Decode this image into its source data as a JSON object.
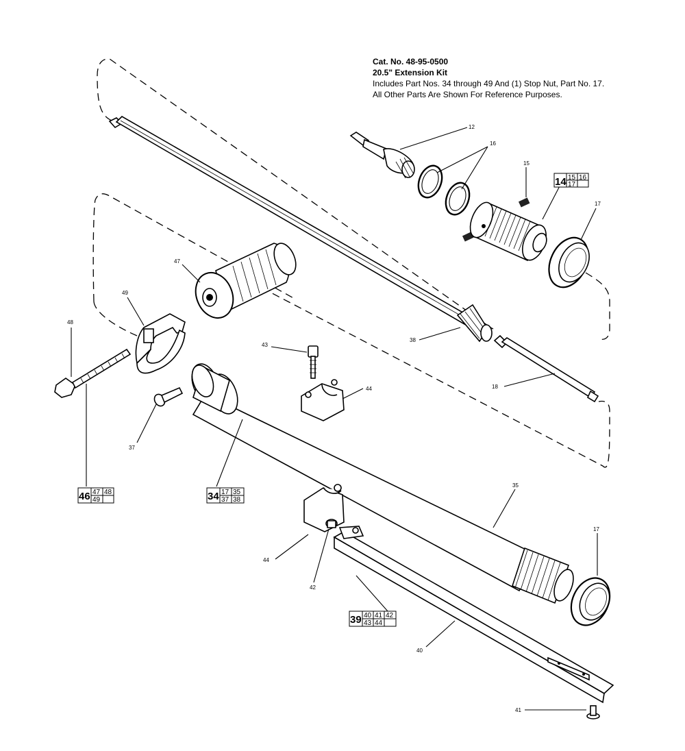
{
  "header": {
    "cat_no": "Cat. No. 48-95-0500",
    "kit_name": "20.5\" Extension Kit",
    "note_1": "Includes Part Nos. 34 through 49 And (1) Stop Nut, Part No. 17.",
    "note_2": "All Other Parts Are Shown For Reference Purposes."
  },
  "callouts": {
    "p12": "12",
    "p15": "15",
    "p16": "16",
    "p17a": "17",
    "p17b": "17",
    "p18": "18",
    "p35": "35",
    "p37": "37",
    "p38": "38",
    "p40": "40",
    "p41": "41",
    "p42": "42",
    "p43": "43",
    "p44a": "44",
    "p44b": "44",
    "p47": "47",
    "p48": "48",
    "p49": "49"
  },
  "assemblies": {
    "a14": {
      "main": "14",
      "subs": [
        "15",
        "16",
        "17",
        ""
      ]
    },
    "a34": {
      "main": "34",
      "subs": [
        "17",
        "35",
        "37",
        "38"
      ]
    },
    "a39": {
      "main": "39",
      "subs": [
        "40",
        "41",
        "42",
        "43",
        "44",
        ""
      ]
    },
    "a46": {
      "main": "46",
      "subs": [
        "47",
        "48",
        "49",
        ""
      ]
    }
  }
}
